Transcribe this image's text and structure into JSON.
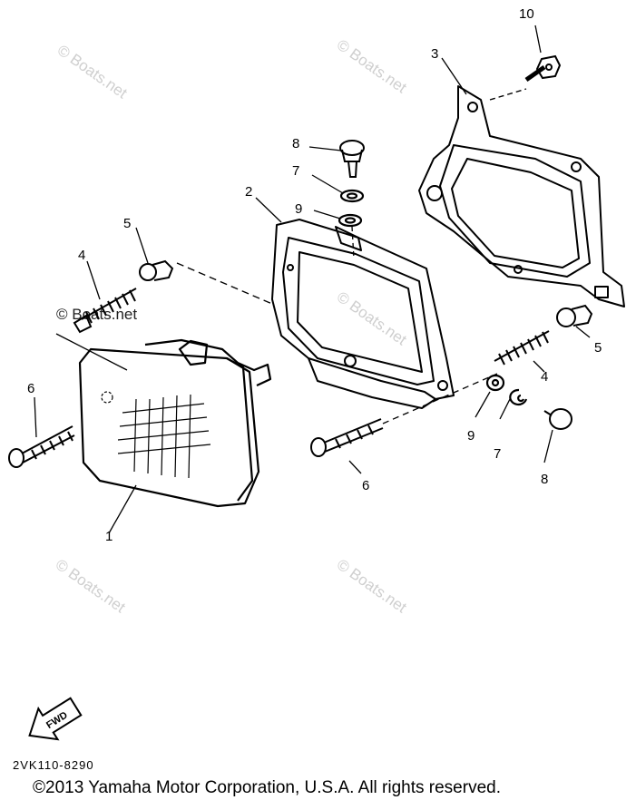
{
  "watermark": "© Boats.net",
  "callouts": {
    "c1": "1",
    "c2": "2",
    "c3": "3",
    "c4a": "4",
    "c4b": "4",
    "c5a": "5",
    "c5b": "5",
    "c6a": "6",
    "c6b": "6",
    "c7a": "7",
    "c7b": "7",
    "c8a": "8",
    "c8b": "8",
    "c9a": "9",
    "c9b": "9",
    "c10": "10"
  },
  "fwd_label": "FWD",
  "diagram_code": "2VK110-8290",
  "copyright": "©2013 Yamaha Motor Corporation, U.S.A. All rights reserved."
}
